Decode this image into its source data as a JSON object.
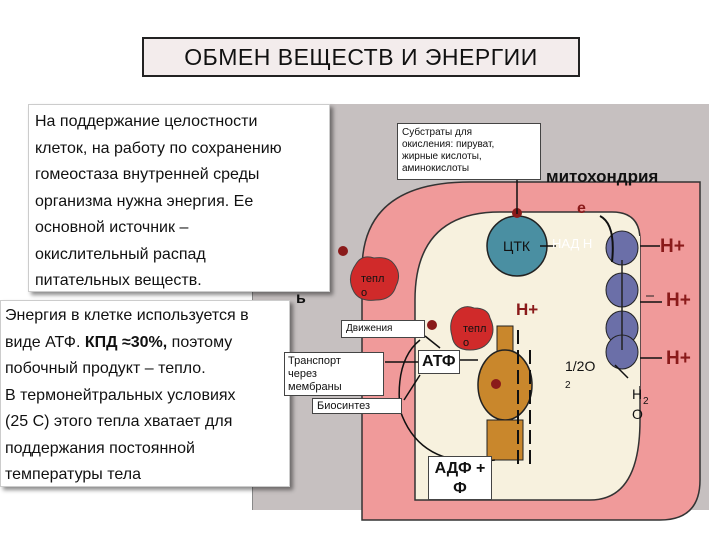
{
  "title": "ОБМЕН ВЕЩЕСТВ И ЭНЕРГИИ",
  "text_box_1": {
    "lines": [
      "На поддержание целостности",
      "клеток, на работу по сохранению",
      "гомеостаза внутренней среды",
      "организма нужна энергия. Ее",
      "основной источник –",
      "окислительный распад",
      "питательных веществ."
    ]
  },
  "text_box_2": {
    "line1": "Энергия в клетке используется в",
    "line2_a": "виде АТФ. ",
    "line2_b": "КПД ≈30%,",
    "line2_c": " поэтому",
    "line3": "побочный продукт – тепло.",
    "line4": "В термонейтральных условиях",
    "line5": "(25 С) этого тепла хватает для",
    "line6": "поддержания постоянной",
    "line7": "температуры тела"
  },
  "diagram": {
    "substrates_lines": [
      "Субстраты для",
      "окисления: пируват,",
      "жирные кислоты,",
      "аминокислоты"
    ],
    "mitochondria": "митохондрия",
    "tca": "ЦТК",
    "nadh": "НАД Н",
    "electron": "е",
    "proton_1": "Н+",
    "proton_2": "Н+",
    "proton_3": "Н+",
    "proton_4": "Н+",
    "half_o2": "1/2О",
    "half_o2_sub": "2",
    "water_h": "Н",
    "water_sub": "2",
    "water_o": "О",
    "heat_1_a": "тепл",
    "heat_1_b": "о",
    "heat_2_a": "тепл",
    "heat_2_b": "о",
    "movement": "Движения",
    "transport_lines": [
      "Транспорт",
      "через",
      "мембраны"
    ],
    "biosynthesis": "Биосинтез",
    "atp": "АТФ",
    "adp_a": "АДФ +",
    "adp_b": "Ф",
    "partial_letter": "ь"
  },
  "colors": {
    "mito_outer": "#f09a9a",
    "mito_inner": "#f7f1de",
    "tca_fill": "#4a8fa2",
    "complex_fill": "#6b6fa8",
    "atp_synthase": "#c9872c",
    "heat_blob": "#d02a2a",
    "accent_red": "#8a1a1a",
    "diagram_bg": "#c6c0c0"
  }
}
